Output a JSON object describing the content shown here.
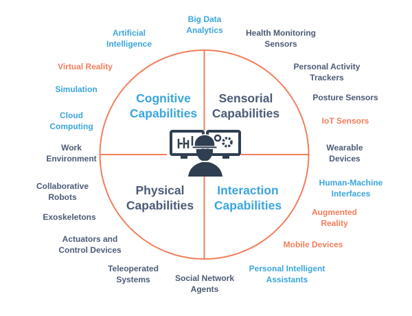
{
  "colors": {
    "blue": "#3aa5dc",
    "dark": "#4b5a76",
    "orange": "#f47c5a",
    "icon": "#2f3e50"
  },
  "quadrants": [
    {
      "line1": "Cognitive",
      "line2": "Capabilities",
      "color": "blue"
    },
    {
      "line1": "Sensorial",
      "line2": "Capabilities",
      "color": "dark"
    },
    {
      "line1": "Physical",
      "line2": "Capabilities",
      "color": "dark"
    },
    {
      "line1": "Interaction",
      "line2": "Capabilities",
      "color": "blue"
    }
  ],
  "labels": [
    {
      "line1": "Big Data",
      "line2": "Analytics",
      "color": "blue"
    },
    {
      "line1": "Artificial",
      "line2": "Intelligence",
      "color": "blue"
    },
    {
      "line1": "Health Monitoring",
      "line2": "Sensors",
      "color": "dark"
    },
    {
      "line1": "Virtual Reality",
      "line2": "",
      "color": "orange"
    },
    {
      "line1": "Personal Activity",
      "line2": "Trackers",
      "color": "dark"
    },
    {
      "line1": "Simulation",
      "line2": "",
      "color": "blue"
    },
    {
      "line1": "Posture Sensors",
      "line2": "",
      "color": "dark"
    },
    {
      "line1": "Cloud",
      "line2": "Computing",
      "color": "blue"
    },
    {
      "line1": "IoT Sensors",
      "line2": "",
      "color": "orange"
    },
    {
      "line1": "Work",
      "line2": "Environment",
      "color": "dark"
    },
    {
      "line1": "Wearable",
      "line2": "Devices",
      "color": "dark"
    },
    {
      "line1": "Collaborative",
      "line2": "Robots",
      "color": "dark"
    },
    {
      "line1": "Human-Machine",
      "line2": "Interfaces",
      "color": "blue"
    },
    {
      "line1": "Exoskeletons",
      "line2": "",
      "color": "dark"
    },
    {
      "line1": "Augmented",
      "line2": "Reality",
      "color": "orange"
    },
    {
      "line1": "Actuators and",
      "line2": "Control Devices",
      "color": "dark"
    },
    {
      "line1": "Mobile Devices",
      "line2": "",
      "color": "orange"
    },
    {
      "line1": "Teleoperated",
      "line2": "Systems",
      "color": "dark"
    },
    {
      "line1": "Social Network",
      "line2": "Agents",
      "color": "dark"
    },
    {
      "line1": "Personal Intelligent",
      "line2": "Assistants",
      "color": "blue"
    }
  ]
}
